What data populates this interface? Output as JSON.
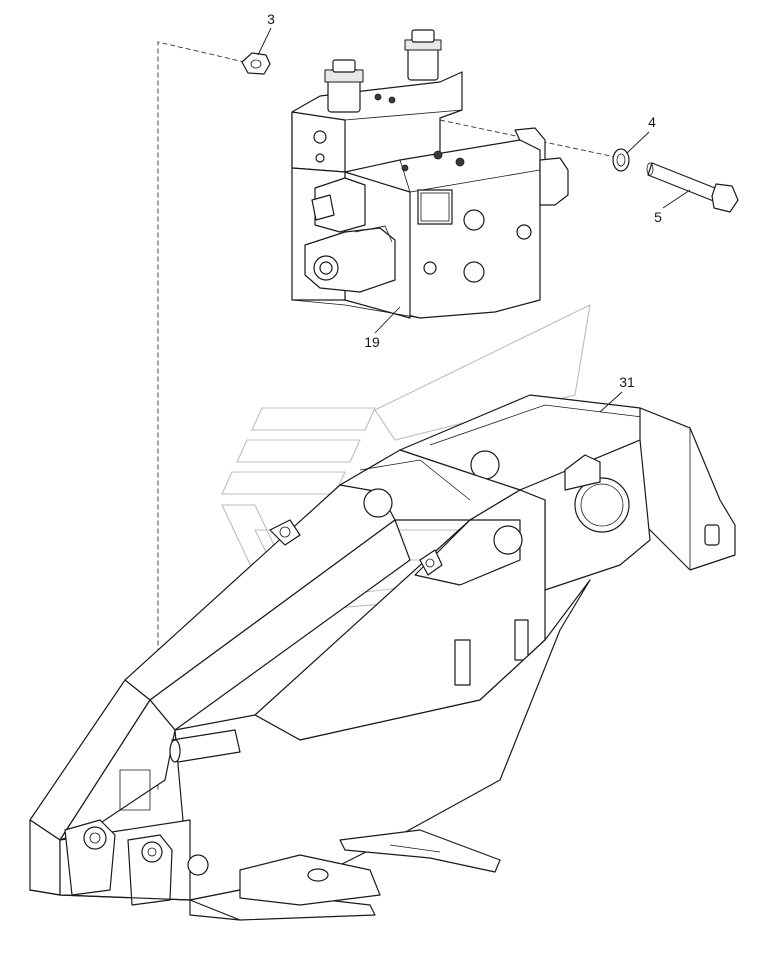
{
  "callouts": {
    "c3": "3",
    "c4": "4",
    "c5": "5",
    "c19": "19",
    "c31": "31"
  },
  "colors": {
    "line": "#1a1a1a",
    "watermark": "#bdbdbd",
    "background": "#ffffff"
  }
}
